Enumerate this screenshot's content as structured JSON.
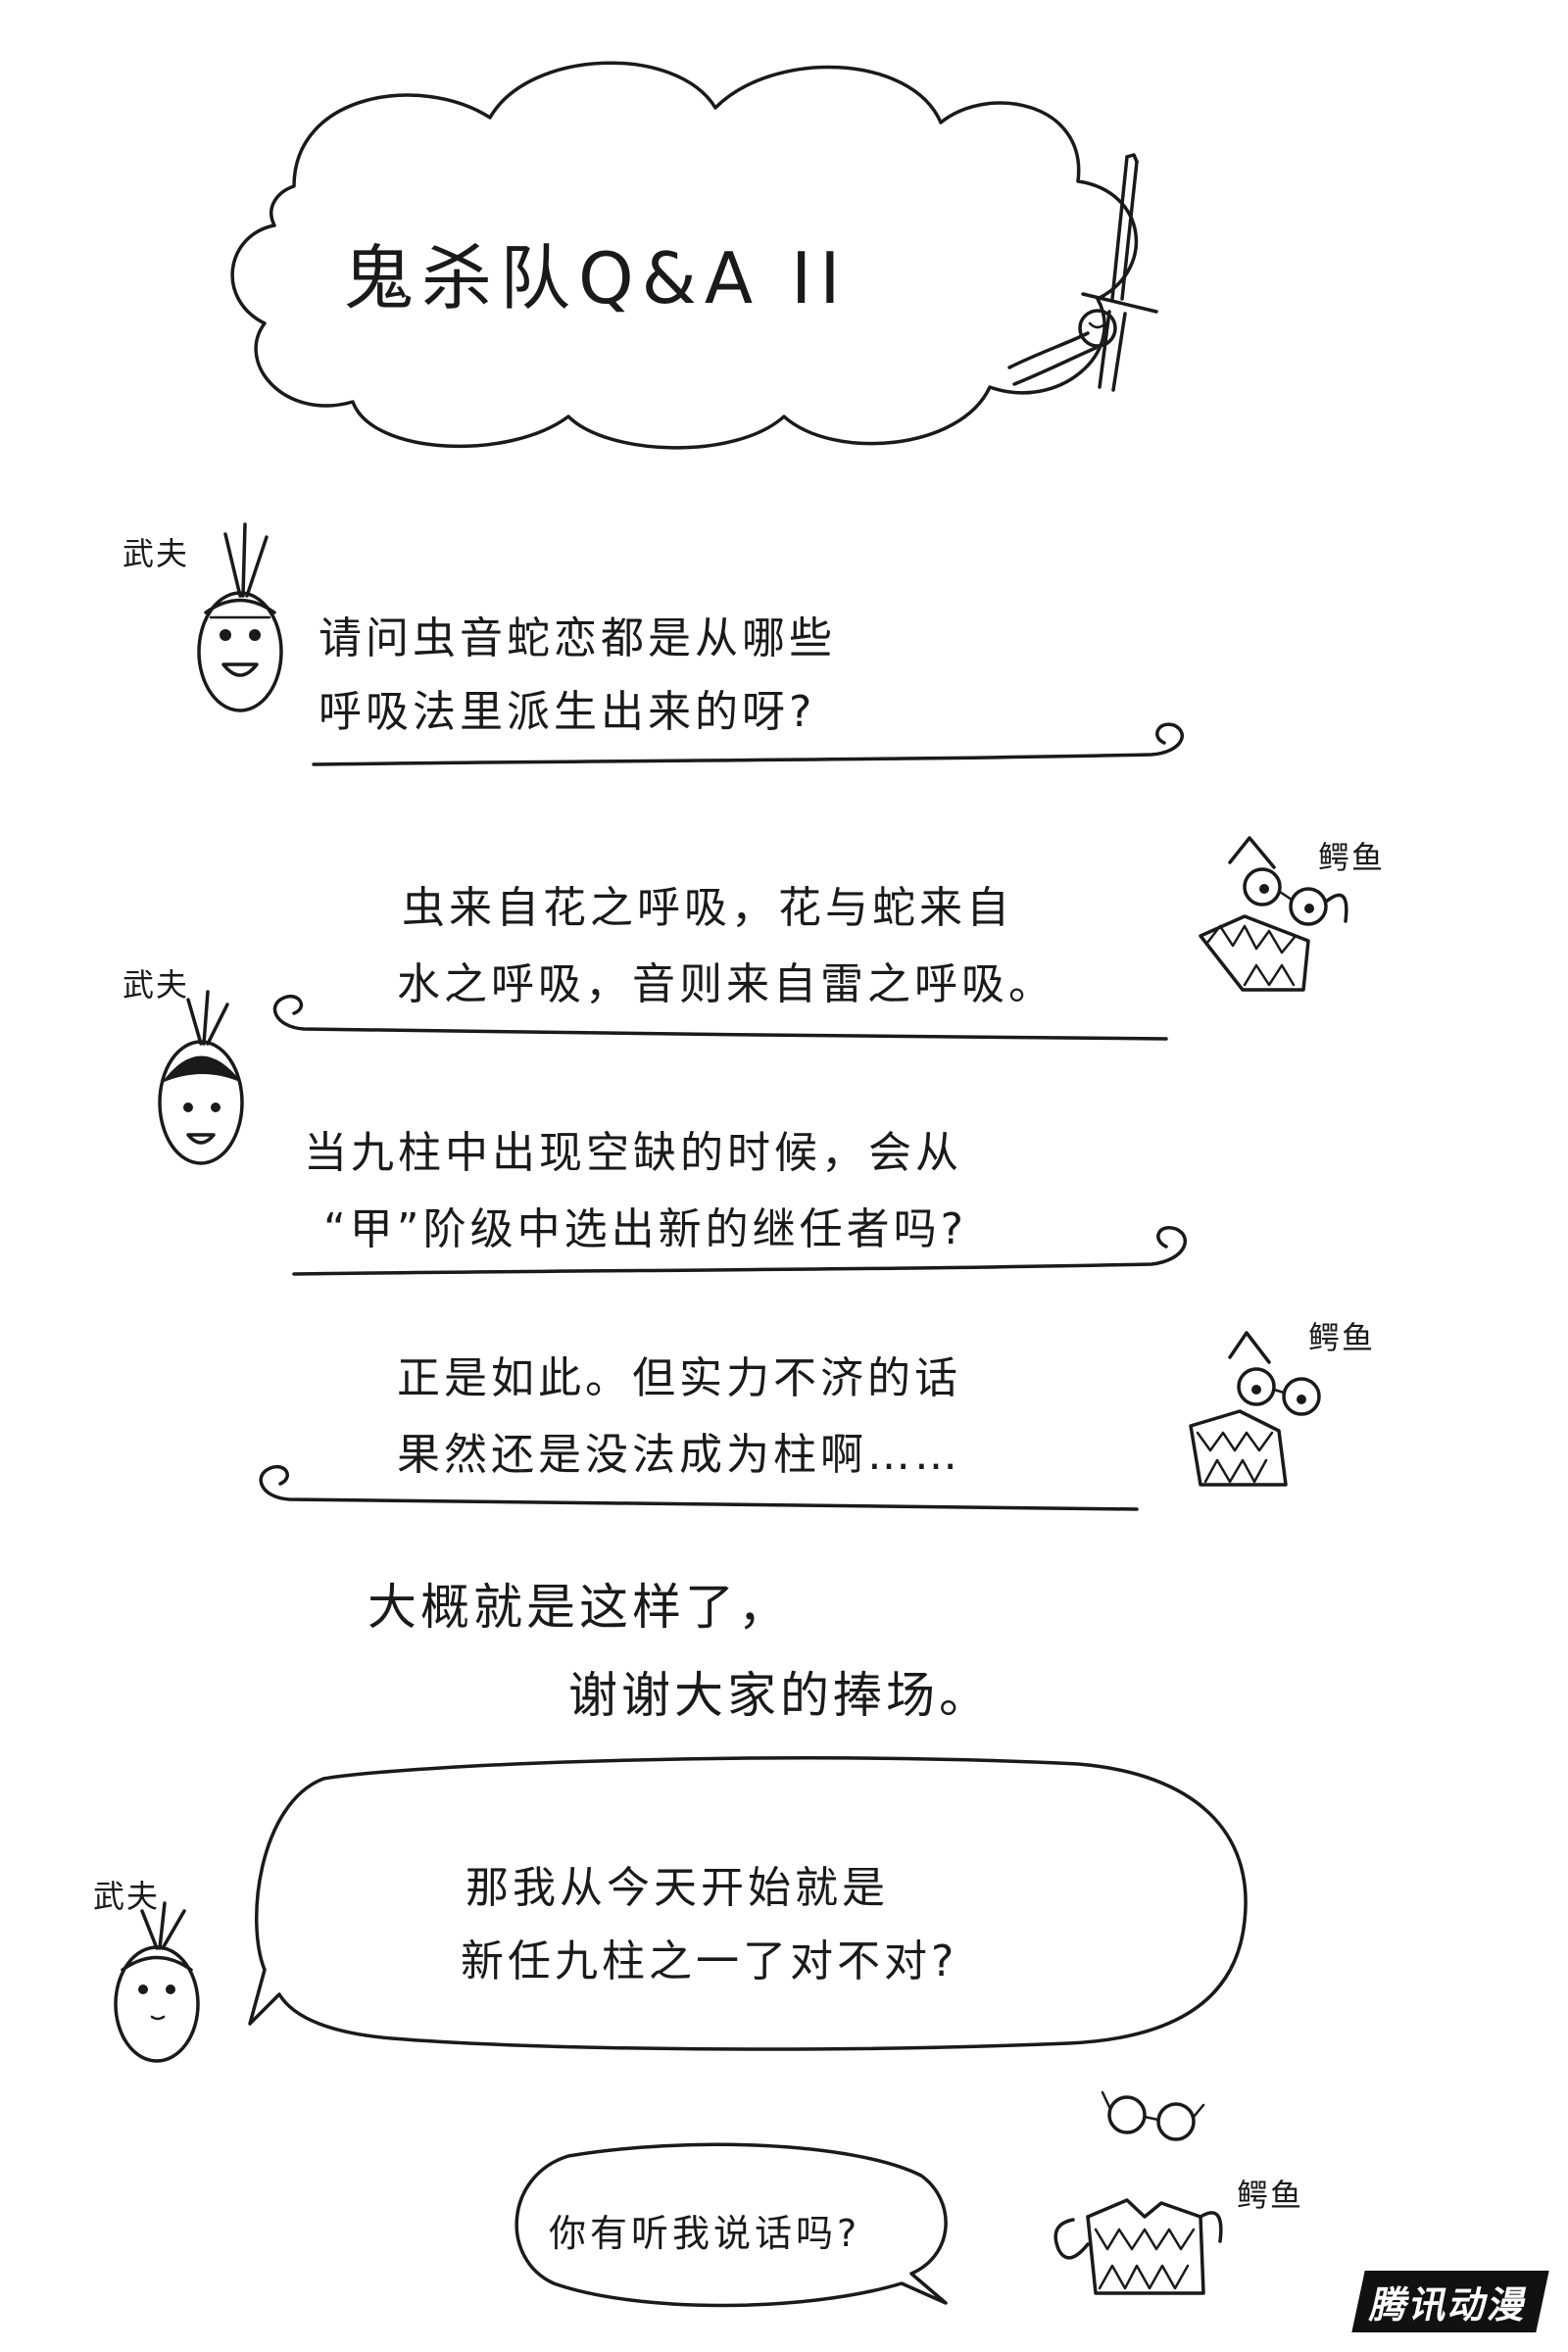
{
  "title": "鬼杀队Q&A II",
  "speakers": {
    "wufu": "武夫",
    "eyu": "鳄鱼"
  },
  "qa": [
    {
      "lines": [
        "请问虫音蛇恋都是从哪些",
        "呼吸法里派生出来的呀?"
      ]
    },
    {
      "lines": [
        "虫来自花之呼吸，花与蛇来自",
        "水之呼吸，音则来自雷之呼吸。"
      ]
    },
    {
      "lines": [
        "当九柱中出现空缺的时候，会从",
        "“甲”阶级中选出新的继任者吗?"
      ]
    },
    {
      "lines": [
        "正是如此。但实力不济的话",
        "果然还是没法成为柱啊……"
      ]
    }
  ],
  "closing": {
    "lines": [
      "大概就是这样了，",
      "谢谢大家的捧场。"
    ]
  },
  "bubble_big": {
    "lines": [
      "那我从今天开始就是",
      "新任九柱之一了对不对?"
    ]
  },
  "bubble_small": {
    "text": "你有听我说话吗?"
  },
  "watermark": "腾讯动漫",
  "colors": {
    "ink": "#1a1a1a",
    "paper": "#ffffff"
  }
}
